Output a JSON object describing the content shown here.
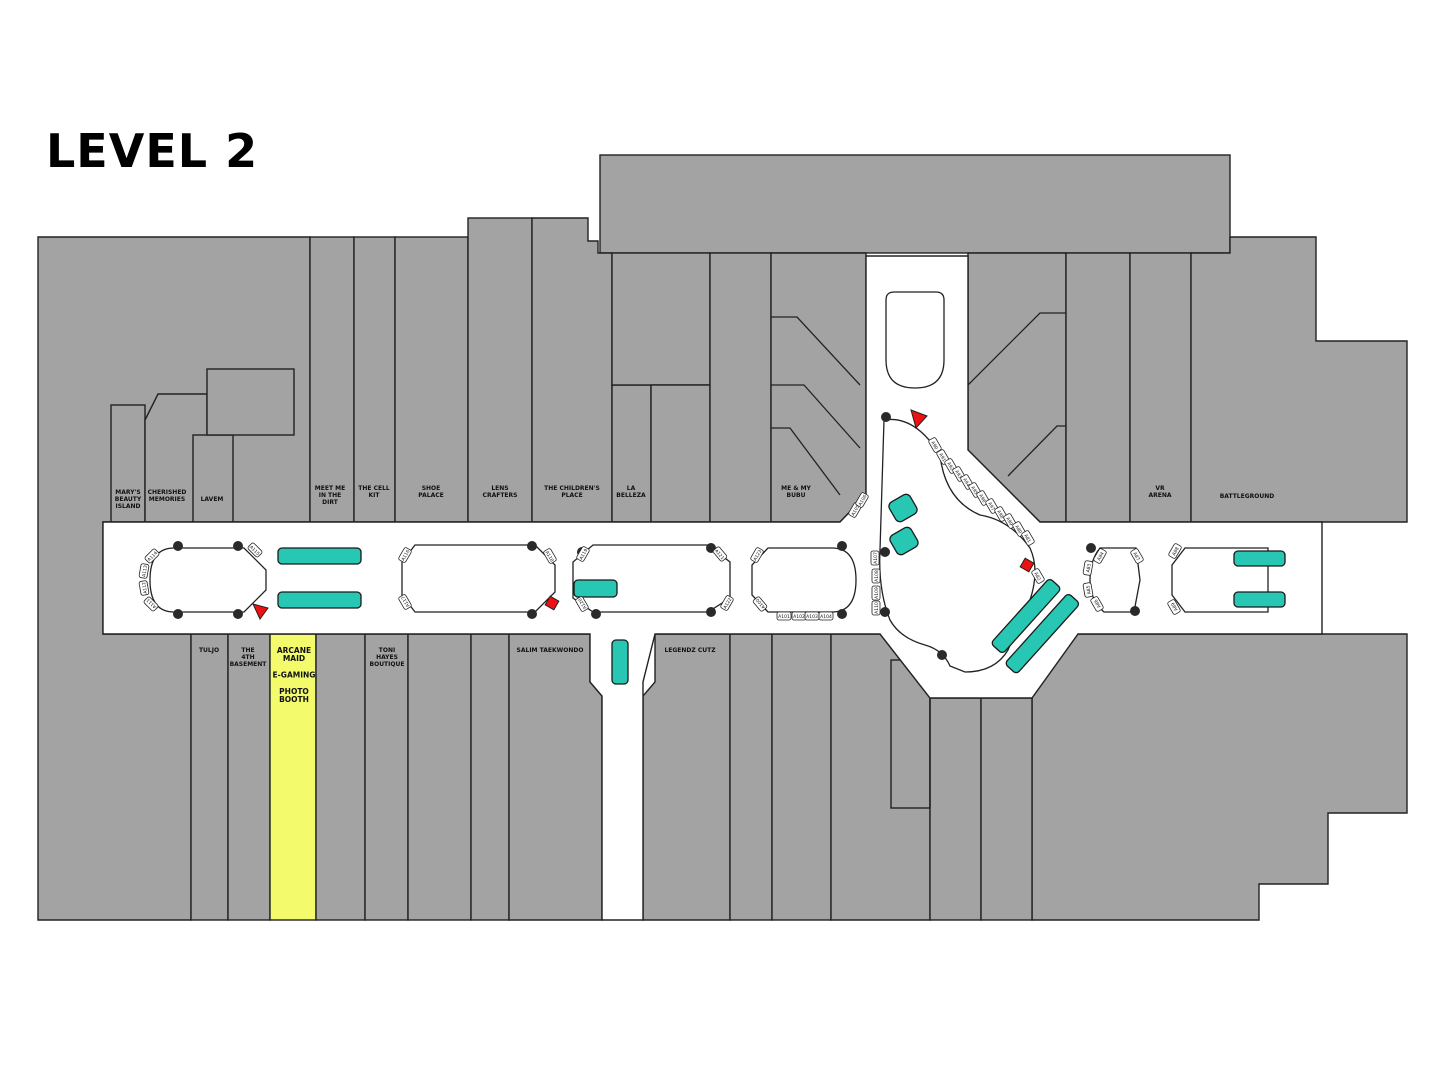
{
  "title": "LEVEL 2",
  "colors": {
    "store": "#a3a3a3",
    "highlight": "#f3fb6c",
    "bench": "#27c7b4",
    "marker": "#ee1111"
  },
  "stores_top": [
    {
      "lines": [
        "MARY'S",
        "BEAUTY",
        "ISLAND"
      ]
    },
    {
      "lines": [
        "CHERISHED",
        "MEMORIES"
      ]
    },
    {
      "lines": [
        "LAVEM"
      ]
    },
    {
      "lines": [
        "MEET ME",
        "IN THE",
        "DIRT"
      ]
    },
    {
      "lines": [
        "THE CELL",
        "KIT"
      ]
    },
    {
      "lines": [
        "SHOE",
        "PALACE"
      ]
    },
    {
      "lines": [
        "LENS",
        "CRAFTERS"
      ]
    },
    {
      "lines": [
        "THE CHILDREN'S",
        "PLACE"
      ]
    },
    {
      "lines": [
        "LA",
        "BELLEZA"
      ]
    },
    {
      "lines": [
        "ME & MY",
        "BUBU"
      ]
    },
    {
      "lines": [
        "VR",
        "ARENA"
      ]
    },
    {
      "lines": [
        "BATTLEGROUND"
      ]
    }
  ],
  "stores_bottom": [
    {
      "lines": [
        "TULJO"
      ]
    },
    {
      "lines": [
        "THE",
        "4TH",
        "BASEMENT"
      ]
    },
    {
      "lines": [
        "ARCANE",
        "MAID",
        "",
        "E-GAMING",
        "",
        "PHOTO",
        "BOOTH"
      ],
      "highlight": true
    },
    {
      "lines": [
        "TONI",
        "HAYES",
        "BOUTIQUE"
      ]
    },
    {
      "lines": [
        "SALIM TAEKWONDO"
      ]
    },
    {
      "lines": [
        "LEGENDZ CUTZ"
      ]
    }
  ],
  "kiosks": [
    "A114",
    "A113",
    "A112",
    "A111",
    "A115",
    "A116",
    "A117",
    "A118",
    "A119",
    "A120",
    "A121",
    "A122",
    "A123",
    "A100",
    "A101",
    "A102",
    "A103",
    "A104",
    "A105",
    "A106",
    "A107",
    "A108",
    "A109",
    "A110",
    "A90",
    "A91",
    "A92",
    "A93",
    "A94",
    "A95",
    "A96",
    "A97",
    "A98",
    "A99",
    "A80",
    "A81",
    "A82",
    "A83",
    "A84",
    "A85",
    "A86",
    "A87",
    "A88",
    "A89",
    "A70",
    "A71",
    "A72",
    "A73",
    "A74",
    "A75",
    "A76",
    "A77",
    "A78",
    "A79",
    "A60",
    "A61",
    "A62",
    "A63"
  ]
}
